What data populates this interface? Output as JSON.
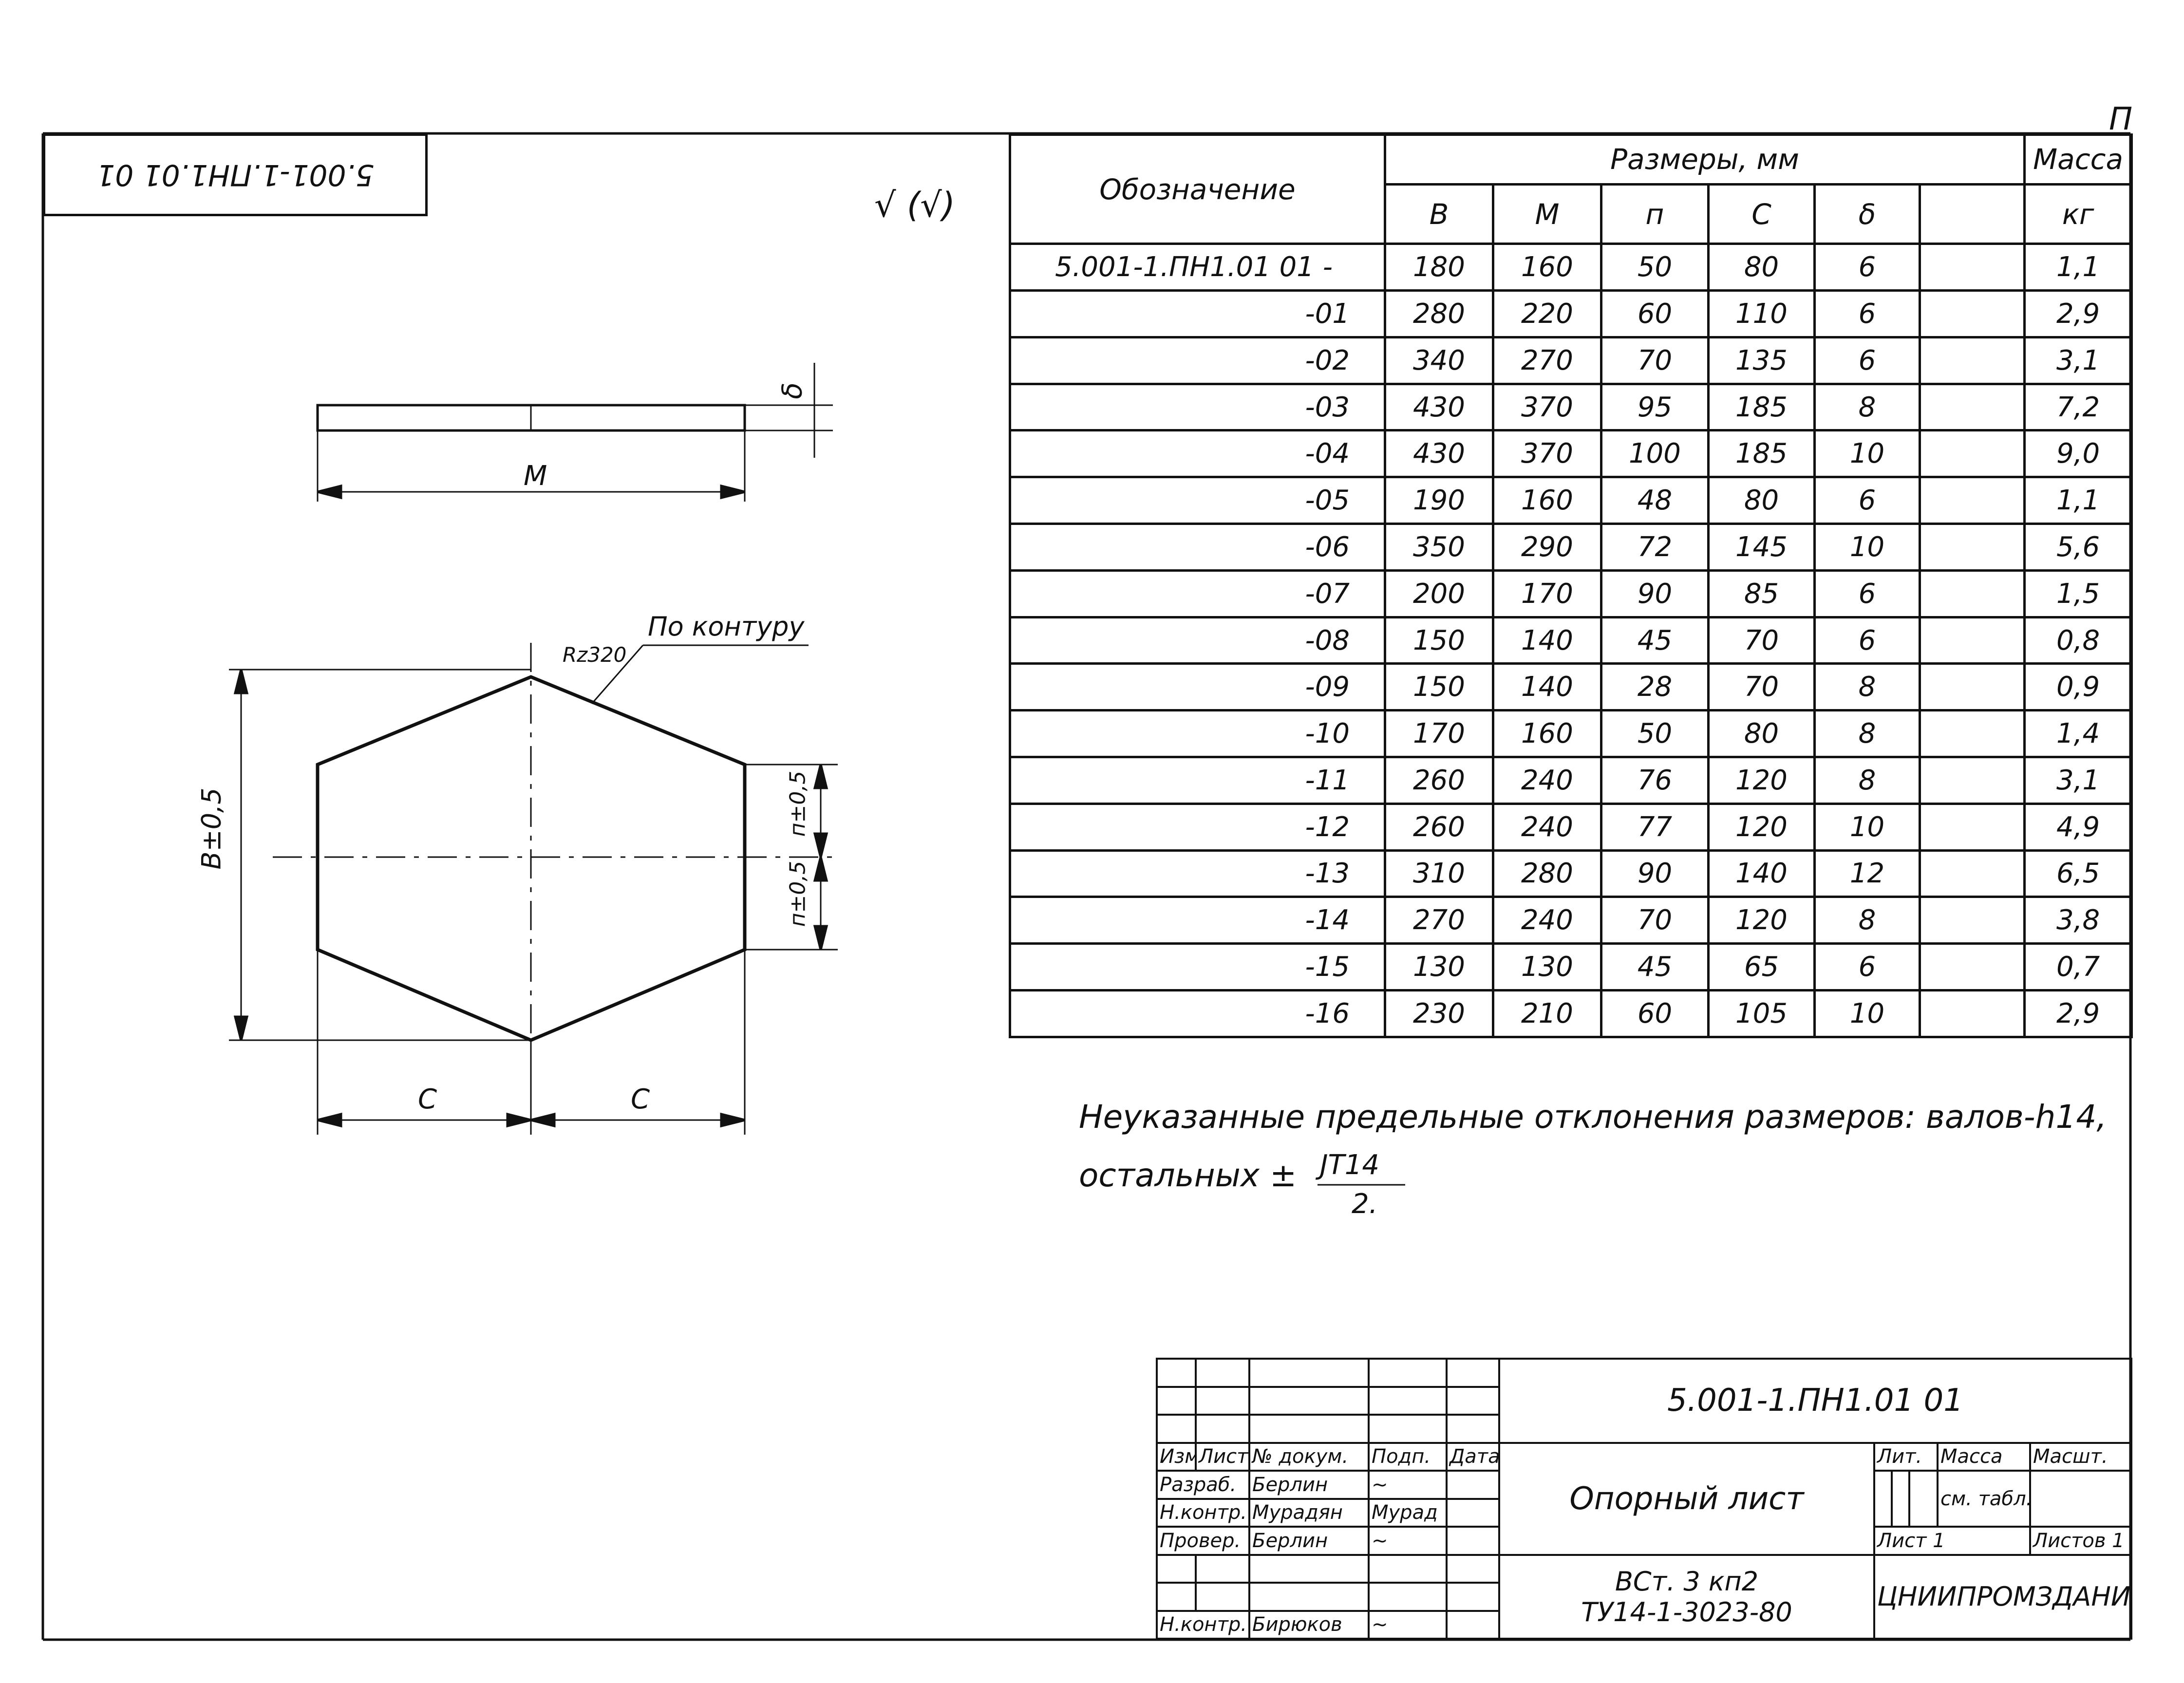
{
  "corner_stamp": "5.001-1.ПН1.01 01",
  "top_right_mark": "П",
  "surface_mark": "√ (√)",
  "drawing": {
    "label_M": "М",
    "label_delta": "δ",
    "label_C_left": "С",
    "label_C_right": "С",
    "label_B": "В±0,5",
    "label_n_top": "п±0,5",
    "label_n_bottom": "п±0,5",
    "roughness": "Rz320",
    "contour_note": "По контуру"
  },
  "table": {
    "header_designation": "Обозначение",
    "header_sizes": "Размеры, мм",
    "header_mass": "Масса",
    "header_mass_unit": "кг",
    "columns": [
      "В",
      "М",
      "п",
      "С",
      "δ",
      ""
    ],
    "rows": [
      {
        "des": "5.001-1.ПН1.01 01 -",
        "v": [
          "180",
          "160",
          "50",
          "80",
          "6",
          ""
        ],
        "mass": "1,1"
      },
      {
        "des": "-01",
        "v": [
          "280",
          "220",
          "60",
          "110",
          "6",
          ""
        ],
        "mass": "2,9"
      },
      {
        "des": "-02",
        "v": [
          "340",
          "270",
          "70",
          "135",
          "6",
          ""
        ],
        "mass": "3,1"
      },
      {
        "des": "-03",
        "v": [
          "430",
          "370",
          "95",
          "185",
          "8",
          ""
        ],
        "mass": "7,2"
      },
      {
        "des": "-04",
        "v": [
          "430",
          "370",
          "100",
          "185",
          "10",
          ""
        ],
        "mass": "9,0"
      },
      {
        "des": "-05",
        "v": [
          "190",
          "160",
          "48",
          "80",
          "6",
          ""
        ],
        "mass": "1,1"
      },
      {
        "des": "-06",
        "v": [
          "350",
          "290",
          "72",
          "145",
          "10",
          ""
        ],
        "mass": "5,6"
      },
      {
        "des": "-07",
        "v": [
          "200",
          "170",
          "90",
          "85",
          "6",
          ""
        ],
        "mass": "1,5"
      },
      {
        "des": "-08",
        "v": [
          "150",
          "140",
          "45",
          "70",
          "6",
          ""
        ],
        "mass": "0,8"
      },
      {
        "des": "-09",
        "v": [
          "150",
          "140",
          "28",
          "70",
          "8",
          ""
        ],
        "mass": "0,9"
      },
      {
        "des": "-10",
        "v": [
          "170",
          "160",
          "50",
          "80",
          "8",
          ""
        ],
        "mass": "1,4"
      },
      {
        "des": "-11",
        "v": [
          "260",
          "240",
          "76",
          "120",
          "8",
          ""
        ],
        "mass": "3,1"
      },
      {
        "des": "-12",
        "v": [
          "260",
          "240",
          "77",
          "120",
          "10",
          ""
        ],
        "mass": "4,9"
      },
      {
        "des": "-13",
        "v": [
          "310",
          "280",
          "90",
          "140",
          "12",
          ""
        ],
        "mass": "6,5"
      },
      {
        "des": "-14",
        "v": [
          "270",
          "240",
          "70",
          "120",
          "8",
          ""
        ],
        "mass": "3,8"
      },
      {
        "des": "-15",
        "v": [
          "130",
          "130",
          "45",
          "65",
          "6",
          ""
        ],
        "mass": "0,7"
      },
      {
        "des": "-16",
        "v": [
          "230",
          "210",
          "60",
          "105",
          "10",
          ""
        ],
        "mass": "2,9"
      }
    ]
  },
  "note": {
    "line1": "Неуказанные предельные отклонения размеров: валов-h14,",
    "line2_prefix": "остальных ±",
    "fraction_num": "JT14",
    "fraction_den": "2."
  },
  "title_block": {
    "doc_number": "5.001-1.ПН1.01 01",
    "part_name": "Опорный лист",
    "material_line1": "ВСт. 3 кп2",
    "material_line2": "ТУ14-1-3023-80",
    "organization": "ЦНИИПРОМЗДАНИЙ",
    "col_headers": [
      "Изм.",
      "Лист",
      "№ докум.",
      "Подп.",
      "Дата"
    ],
    "roles": [
      {
        "role": "Разраб.",
        "name": "Берлин",
        "sign": "~"
      },
      {
        "role": "Н.контр.",
        "name": "Мурадян",
        "sign": "Мурад"
      },
      {
        "role": "Провер.",
        "name": "Берлин",
        "sign": "~"
      },
      {
        "role": "Н.контр.",
        "name": "Бирюков",
        "sign": "~"
      }
    ],
    "lit_label": "Лит.",
    "mass_label": "Масса",
    "scale_label": "Масшт.",
    "mass_value": "см. табл.",
    "sheet_label": "Лист 1",
    "sheets_label": "Листов 1"
  }
}
